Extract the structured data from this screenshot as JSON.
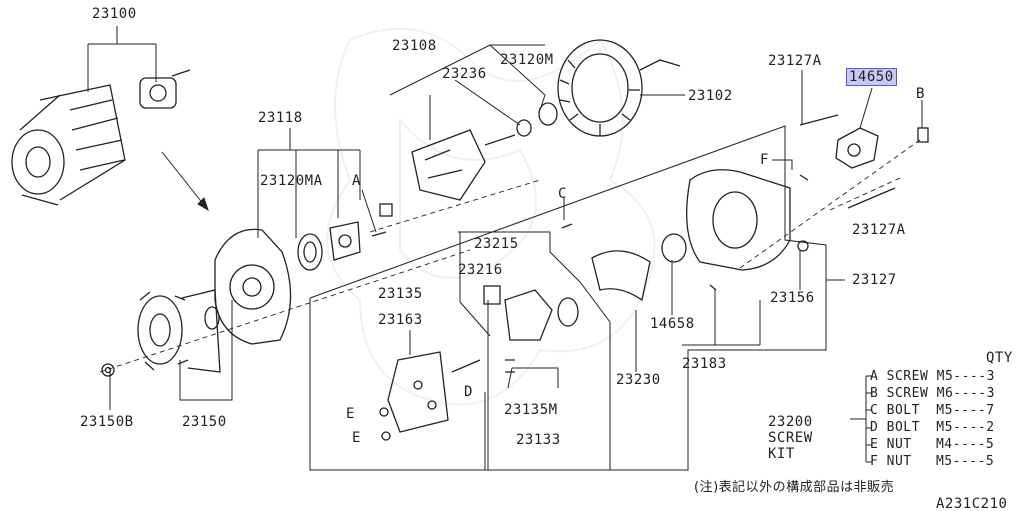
{
  "labels": {
    "p23100": "23100",
    "p23108": "23108",
    "p23236": "23236",
    "p23120M": "23120M",
    "p23102": "23102",
    "p23127A_top": "23127A",
    "p14650": "14650",
    "B_top": "B",
    "p23118": "23118",
    "p23120MA": "23120MA",
    "A": "A",
    "F": "F",
    "C": "C",
    "p23215": "23215",
    "p23216": "23216",
    "p23127A_bottom": "23127A",
    "p23135": "23135",
    "p23163": "23163",
    "p14658": "14658",
    "p23156": "23156",
    "p23127": "23127",
    "p23183": "23183",
    "p23230": "23230",
    "D": "D",
    "E1": "E",
    "E2": "E",
    "p23135M": "23135M",
    "p23133": "23133",
    "p23150B": "23150B",
    "p23150": "23150"
  },
  "kit": {
    "qty_header": "QTY",
    "title_line1": "23200",
    "title_line2": "SCREW",
    "title_line3": "KIT",
    "rows": [
      {
        "code": "A",
        "name": "SCREW",
        "size": "M5----3"
      },
      {
        "code": "B",
        "name": "SCREW",
        "size": "M6----3"
      },
      {
        "code": "C",
        "name": "BOLT",
        "size": "M5----7"
      },
      {
        "code": "D",
        "name": "BOLT",
        "size": "M5----2"
      },
      {
        "code": "E",
        "name": "NUT",
        "size": "M4----5"
      },
      {
        "code": "F",
        "name": "NUT",
        "size": "M5----5"
      }
    ]
  },
  "footnote": "(注)表記以外の構成部品は非販売",
  "figure_code": "A231C210",
  "highlight_color": "#c9c8f5"
}
